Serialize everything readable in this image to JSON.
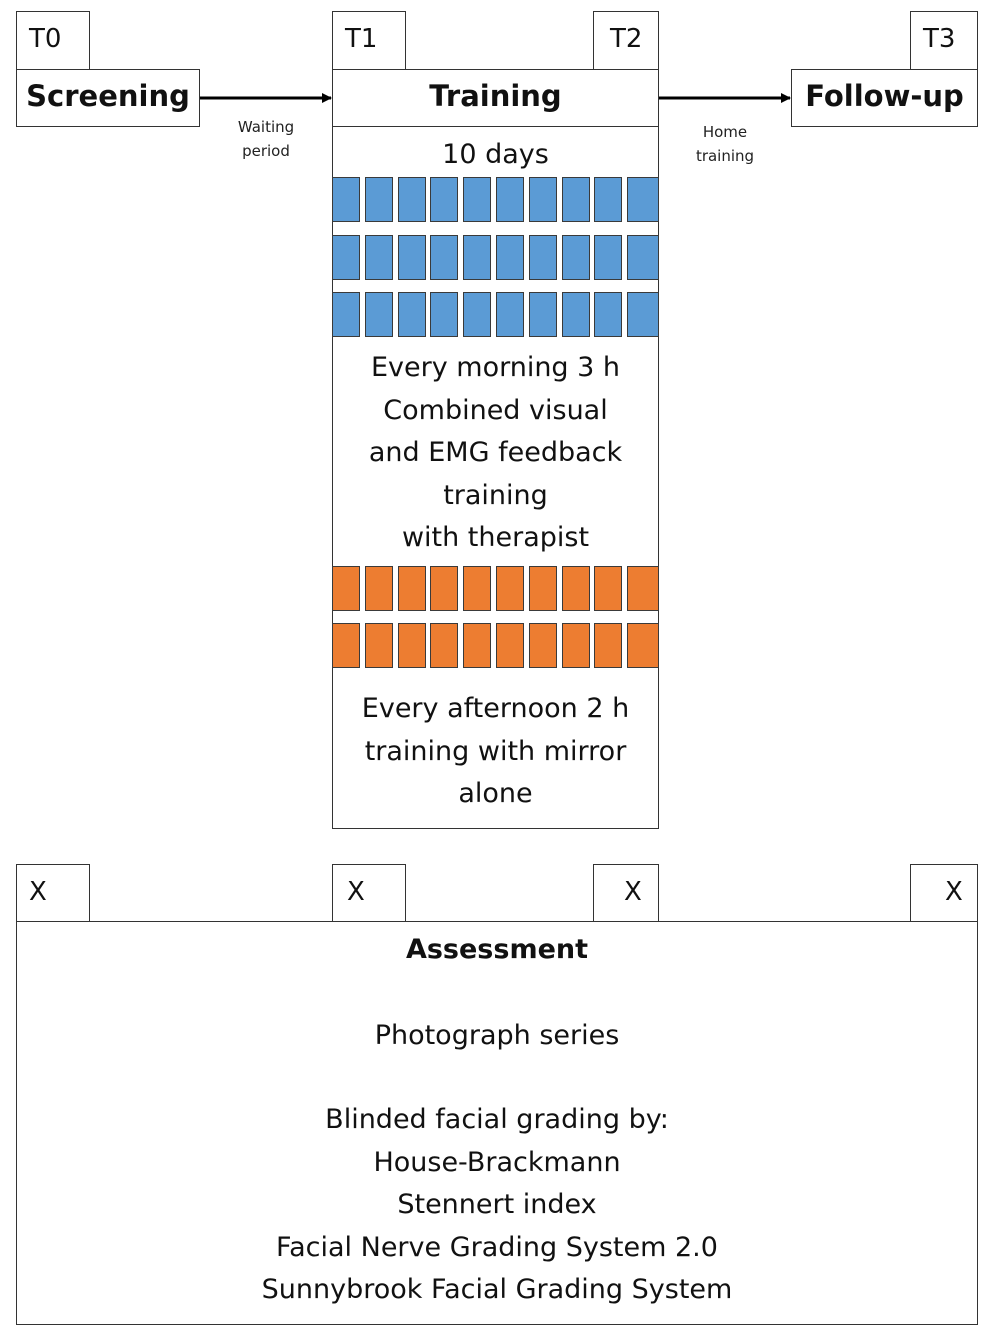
{
  "timepoints": {
    "t0": "T0",
    "t1": "T1",
    "t2": "T2",
    "t3": "T3"
  },
  "stages": {
    "screening": "Screening",
    "training": "Training",
    "followup": "Follow-up"
  },
  "transitions": {
    "waiting": [
      "Waiting",
      "period"
    ],
    "home": [
      "Home",
      "training"
    ]
  },
  "training_details": {
    "duration": "10 days",
    "morning_rows": 3,
    "afternoon_rows": 2,
    "days": 10,
    "morning_lines": [
      "Every morning 3 h",
      "Combined visual",
      "and EMG feedback",
      "training",
      "with therapist"
    ],
    "afternoon_lines": [
      "Every afternoon 2 h",
      "training with mirror",
      "alone"
    ],
    "colors": {
      "morning": "#5b9bd5",
      "afternoon": "#ed7d31"
    }
  },
  "assessment": {
    "marks": [
      "X",
      "X",
      "X",
      "X"
    ],
    "title": "Assessment",
    "photo": "Photograph series",
    "grading_lines": [
      "Blinded facial grading by:",
      "House-Brackmann",
      "Stennert index",
      "Facial Nerve Grading System 2.0",
      "Sunnybrook Facial Grading System"
    ]
  }
}
